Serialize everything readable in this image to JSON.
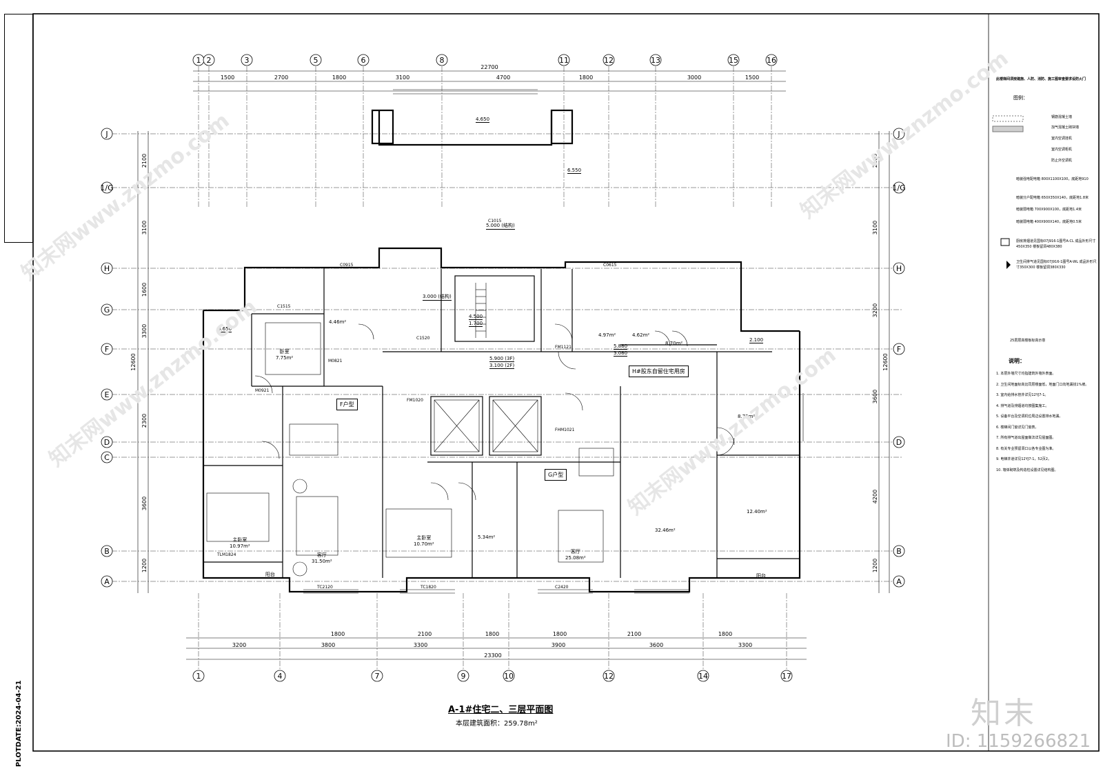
{
  "drawing": {
    "title": "A-1#住宅二、三层平面图",
    "area_note": "本层建筑面积：259.78m²",
    "plot_date": "PLOTDATE:2024-04-21"
  },
  "grid_axes": {
    "top": [
      "1",
      "2",
      "3",
      "5",
      "6",
      "8",
      "11",
      "12",
      "13",
      "15",
      "16"
    ],
    "bottom": [
      "1",
      "4",
      "7",
      "9",
      "10",
      "12",
      "14",
      "17"
    ],
    "left": [
      "J",
      "1/G",
      "H",
      "G",
      "F",
      "E",
      "D",
      "C",
      "B",
      "A"
    ],
    "right": [
      "J",
      "1/G",
      "H",
      "F",
      "D",
      "B",
      "A"
    ]
  },
  "dimensions": {
    "top_overall": "22700",
    "top_bays": [
      "1500",
      "2700",
      "1800",
      "3100",
      "4700",
      "1800",
      "3000",
      "1500"
    ],
    "bottom_overall": "23300",
    "bottom_bays": [
      "3200",
      "3800",
      "3300",
      "3900",
      "3600",
      "3300"
    ],
    "bottom_detail": [
      "1800",
      "2100",
      "1800",
      "1800",
      "2100",
      "1800"
    ],
    "left_overall": "12600",
    "right_overall": "12600",
    "left_bays": [
      "2100",
      "3100",
      "1600",
      "3300",
      "2300",
      "3600",
      "1200"
    ],
    "right_bays": [
      "2100",
      "3100",
      "3200",
      "3600",
      "4200",
      "1200"
    ]
  },
  "units": {
    "f_unit": "F户型",
    "g_unit": "G户型",
    "h_unit": "H#股东自留住宅用房"
  },
  "rooms": [
    {
      "name": "卧室",
      "area": "7.75m²"
    },
    {
      "name": "客厅",
      "area": "31.50m²"
    },
    {
      "name": "主卧室",
      "area": "10.97m²"
    },
    {
      "name": "主卧室",
      "area": "10.70m²"
    },
    {
      "name": "客厅",
      "area": "25.08m²"
    },
    {
      "name": "",
      "area": "32.46m²"
    },
    {
      "name": "",
      "area": "12.40m²"
    },
    {
      "name": "",
      "area": "8.75m²"
    },
    {
      "name": "",
      "area": "8.70m²"
    },
    {
      "name": "",
      "area": "4.97m²"
    },
    {
      "name": "",
      "area": "4.62m²"
    },
    {
      "name": "",
      "area": "4.46m²"
    },
    {
      "name": "",
      "area": "5.34m²"
    },
    {
      "name": "阳台",
      "area": ""
    },
    {
      "name": "阳台",
      "area": ""
    }
  ],
  "elevations": [
    "4.650",
    "6.550",
    "5.000 (结构)",
    "3.000 (结构)",
    "4.500",
    "1.700",
    "5.900 (3F)",
    "3.100 (2F)",
    "5.880",
    "3.080",
    "3.650",
    "2.100"
  ],
  "door_window_tags": [
    "C0915",
    "C1515",
    "C1015",
    "C0615",
    "C1520",
    "M0821",
    "M0921",
    "FM1121",
    "FM1020",
    "FHM1021",
    "TLM1824",
    "TC2120",
    "TC1820",
    "C2420"
  ],
  "legend": {
    "header_note": "此楼梯间须按建施、人防、消防、施工图审查要求设防火门",
    "title": "图例：",
    "items": [
      "钢筋混凝土墙",
      "加气混凝土砌块墙",
      "室内空调挂机",
      "室内空调柜机",
      "防止外空调机"
    ],
    "specs": [
      "暗装强电配电箱 800X1100X100，底距地910",
      "暗装分户配电箱 650X350X140，底距地1.8米",
      "暗装弱电箱 700X900X100，底距地1.4米",
      "暗装弱电箱 400X900X140，底距地0.5米",
      "厨房排烟道见国标07J916-1图号A-CL 成品外形尺寸450X350 楼板留洞480X380",
      "卫生间排气道见国标07J916-1图号A-WL 成品外形尺寸350X300 楼板留洞380X330"
    ]
  },
  "notes": {
    "heading": "说明：",
    "subtitle": "25层层高楼板标高示意",
    "items": [
      "1. 本层外墙尺寸均指建筑外墙外表面。",
      "2. 卫生间地面标高比同层楼面低，地面门口向地漏找1%坡。",
      "3. 室内给排水管井详见12YJ7-1。",
      "4. 排气道及排烟道均按图集施工。",
      "5. 设备平台及空调机位周边设置排水地漏。",
      "6. 楼梯间门窗详见门窗表。",
      "7. 所有排气道出屋面做法详见屋面图。",
      "8. 有关专业预留洞口以各专业图为准。",
      "9. 电梯井道详见12YJ7-1，52页2。",
      "10. 墙体砌筑及构造柱设置详见结构图。"
    ]
  },
  "watermark": {
    "logo": "知末",
    "id": "ID: 1159266821",
    "site": "知末网www.znzmo.com"
  }
}
